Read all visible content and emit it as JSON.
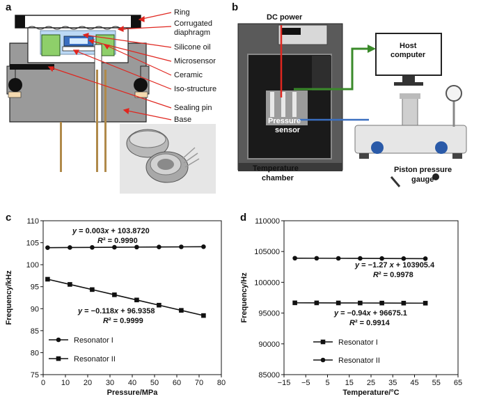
{
  "panels": {
    "a": "a",
    "b": "b",
    "c": "c",
    "d": "d"
  },
  "panel_a": {
    "labels": [
      "Ring",
      "Corrugated",
      "diaphragm",
      "Silicone oil",
      "Microsensor",
      "Ceramic",
      "Iso-structure",
      "Sealing pin",
      "Base"
    ]
  },
  "panel_b": {
    "dc_power": "DC power",
    "host_line1": "Host",
    "host_line2": "computer",
    "pressure_line1": "Pressure",
    "pressure_line2": "sensor",
    "temp_line1": "Temperature",
    "temp_line2": "chamber",
    "piston_line1": "Piston pressure",
    "piston_line2": "gauge"
  },
  "colors": {
    "arrow_red": "#e0261f",
    "wire_green": "#3a8a2a",
    "wire_blue": "#3a6fc0",
    "oil_blue": "#bcd9f5",
    "base_gray": "#9a9a9a",
    "green_block": "#8ecf6a"
  },
  "chart_data": [
    {
      "type": "line",
      "panel": "c",
      "xlabel": "Pressure/MPa",
      "ylabel": "Frequency/kHz",
      "xlim": [
        0,
        80
      ],
      "ylim": [
        75,
        110
      ],
      "xticks": [
        0,
        10,
        20,
        30,
        40,
        50,
        60,
        70,
        80
      ],
      "yticks": [
        75,
        80,
        85,
        90,
        95,
        100,
        105,
        110
      ],
      "x": [
        2,
        12,
        22,
        32,
        42,
        52,
        62,
        72
      ],
      "series": [
        {
          "name": "Resonator I",
          "marker": "circle",
          "values": [
            103.88,
            103.91,
            103.94,
            103.97,
            104.0,
            104.03,
            104.06,
            104.09
          ]
        },
        {
          "name": "Resonator II",
          "marker": "square",
          "values": [
            96.7,
            95.52,
            94.34,
            93.16,
            91.98,
            90.8,
            89.62,
            88.44
          ]
        }
      ],
      "annotations": [
        {
          "eq": "y = 0.003x + 103.8720",
          "r2": "R² = 0.9990"
        },
        {
          "eq": "y = −0.118x + 96.9358",
          "r2": "R² = 0.9999"
        }
      ]
    },
    {
      "type": "line",
      "panel": "d",
      "xlabel": "Temperature/°C",
      "ylabel": "Frequency/Hz",
      "xlim": [
        -15,
        65
      ],
      "ylim": [
        85000,
        110000
      ],
      "xticks": [
        -15,
        -5,
        5,
        15,
        25,
        35,
        45,
        55,
        65
      ],
      "xtick_labels": [
        "−15",
        "−5",
        "5",
        "15",
        "25",
        "35",
        "45",
        "55",
        "65"
      ],
      "yticks": [
        85000,
        90000,
        95000,
        100000,
        105000,
        110000
      ],
      "x": [
        -10,
        0,
        10,
        20,
        30,
        40,
        50
      ],
      "series": [
        {
          "name": "Resonator I",
          "marker": "square",
          "values": [
            96665,
            96656,
            96647,
            96637,
            96628,
            96618,
            96609
          ]
        },
        {
          "name": "Resonator II",
          "marker": "circle",
          "values": [
            103918,
            103905,
            103892,
            103880,
            103867,
            103854,
            103842
          ]
        }
      ],
      "annotations": [
        {
          "eq": "y = −1.27 x + 103905.4",
          "r2": "R² = 0.9978"
        },
        {
          "eq": "y = −0.94x + 96675.1",
          "r2": "R² = 0.9914"
        }
      ]
    }
  ]
}
